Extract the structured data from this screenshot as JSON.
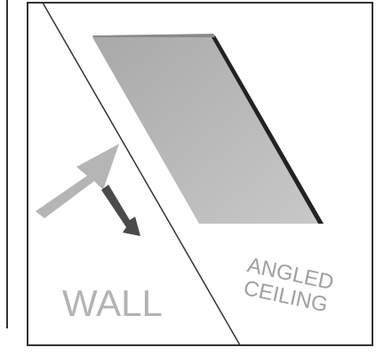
{
  "labels": {
    "wall": "WALL",
    "ceiling_line1": "ANGLED",
    "ceiling_line2": "CEILING"
  },
  "colors": {
    "frame": "#333333",
    "panel_face": "#bdbdbd",
    "panel_edge": "#2a2a2a",
    "up_arrow": "#b5b5b5",
    "down_arrow": "#4a4a4a",
    "label": "#a8a8a8"
  },
  "icons": {
    "up_arrow": "arrow-up-right-icon",
    "down_arrow": "arrow-down-right-icon"
  }
}
